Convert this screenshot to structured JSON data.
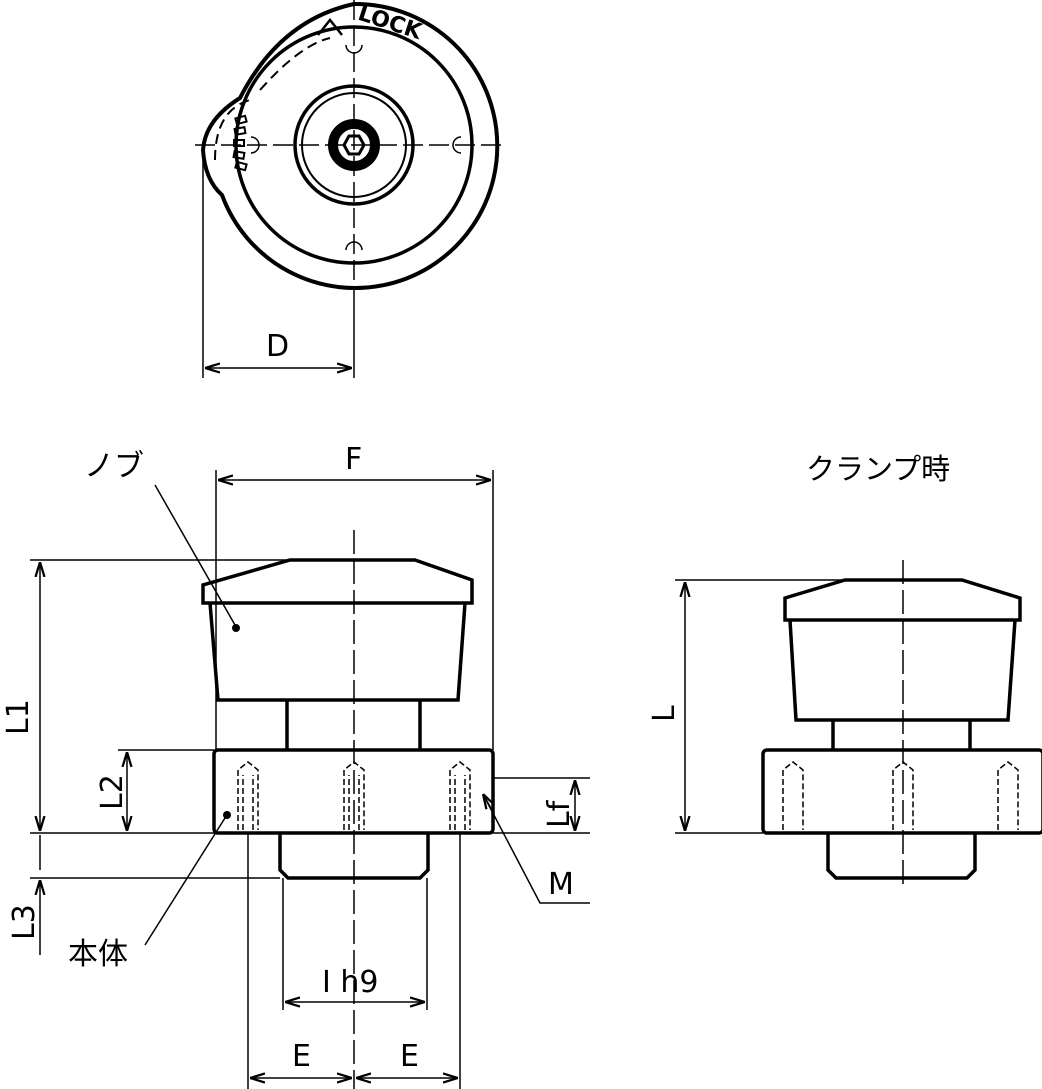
{
  "top_view": {
    "lock_text": "LOCK",
    "dim_D": "D"
  },
  "side_view": {
    "dim_F": "F",
    "dim_L1": "L1",
    "dim_L2": "L2",
    "dim_L3": "L3",
    "dim_Lf": "Lf",
    "dim_Ih9": "I h9",
    "dim_E_left": "E",
    "dim_E_right": "E",
    "label_knob": "ノブ",
    "label_body": "本体",
    "label_M": "M"
  },
  "clamp_view": {
    "title": "クランプ時",
    "dim_L": "L"
  }
}
